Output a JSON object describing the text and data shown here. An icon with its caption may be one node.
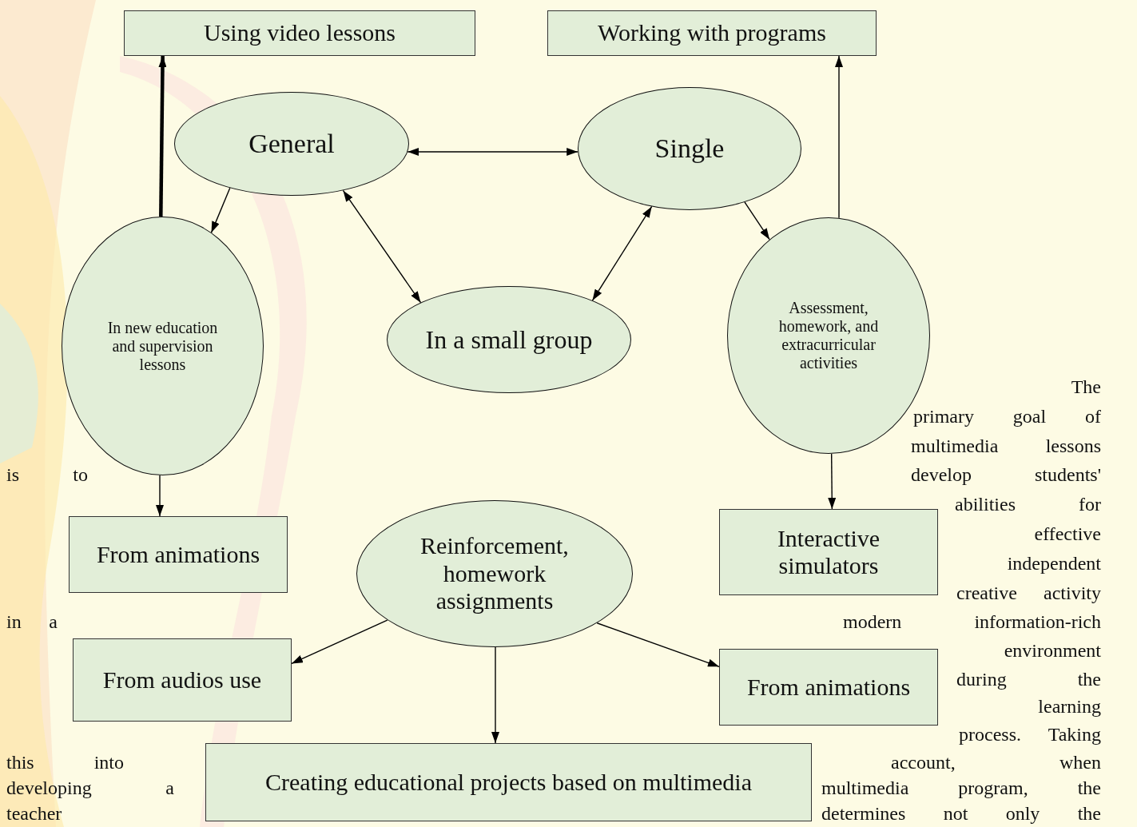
{
  "diagram": {
    "nodes": [
      {
        "text": [
          "Using video lessons"
        ]
      },
      {
        "text": [
          "Working with programs"
        ]
      },
      {
        "text": [
          "General"
        ]
      },
      {
        "text": [
          "Single"
        ]
      },
      {
        "text": [
          "In new education and supervision lessons"
        ]
      },
      {
        "text": [
          "In a small group"
        ]
      },
      {
        "text": [
          "Assessment, homework, and extracurricular activities"
        ]
      },
      {
        "text": [
          "From animations"
        ]
      },
      {
        "text": [
          "Reinforcement, homework assignments"
        ]
      },
      {
        "text": [
          "Interactive simulators"
        ]
      },
      {
        "text": [
          "From audios use"
        ]
      },
      {
        "text": [
          "From animations"
        ]
      },
      {
        "text": [
          "Creating educational projects based on multimedia"
        ]
      }
    ],
    "edges": [
      {
        "from": 2,
        "to": 3,
        "arrow": "both"
      },
      {
        "from": 4,
        "to": 0,
        "arrow": "to",
        "style": "thick"
      },
      {
        "from": 2,
        "to": 4,
        "arrow": "to"
      },
      {
        "from": 2,
        "to": 5,
        "arrow": "both"
      },
      {
        "from": 3,
        "to": 5,
        "arrow": "both"
      },
      {
        "from": 3,
        "to": 6,
        "arrow": "to"
      },
      {
        "from": 6,
        "to": 1,
        "arrow": "to"
      },
      {
        "from": 4,
        "to": 7,
        "arrow": "to"
      },
      {
        "from": 6,
        "to": 9,
        "arrow": "to"
      },
      {
        "from": 8,
        "to": 10,
        "arrow": "to"
      },
      {
        "from": 8,
        "to": 11,
        "arrow": "to"
      },
      {
        "from": 8,
        "to": 12,
        "arrow": "to"
      }
    ],
    "labels": [
      "The",
      "primary goal of",
      "multimedia lessons",
      "is to",
      "develop students'",
      "abilities for",
      "effective",
      "independent",
      "creative activity",
      "in a",
      "modern information-rich",
      "environment",
      "during the",
      "learning",
      "process. Taking",
      "this into",
      "account, when",
      "developing a",
      "multimedia program, the",
      "teacher",
      "determines not only the"
    ]
  }
}
